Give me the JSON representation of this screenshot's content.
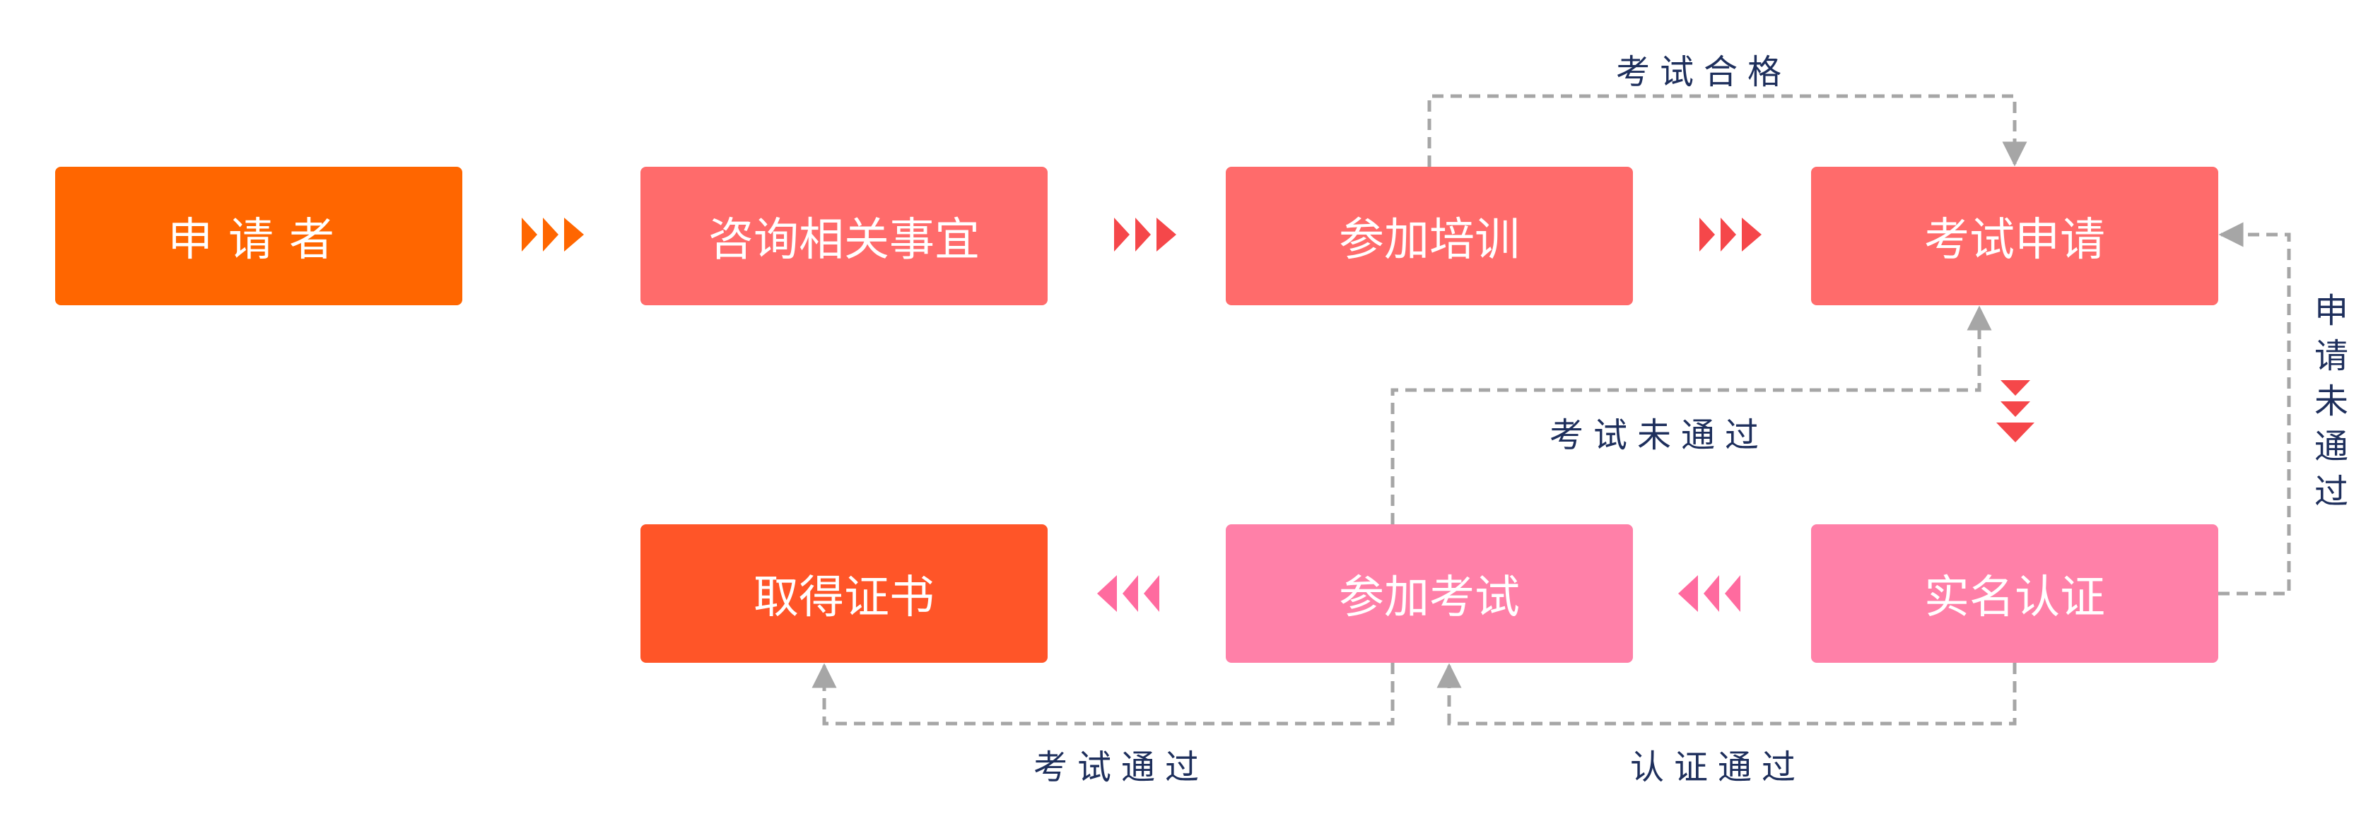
{
  "colors": {
    "applicant": "#ff6600",
    "step_primary": "#ff6b6b",
    "step_secondary": "#ff80a8",
    "certificate": "#ff5528",
    "arrow_orange": "#ff6600",
    "arrow_red": "#f5474a",
    "arrow_pink": "#ff6b9f",
    "label_text": "#1e2f5c",
    "dashed_line": "#a6a6a6"
  },
  "nodes": {
    "applicant": "申请者",
    "consult": "咨询相关事宜",
    "training": "参加培训",
    "exam_apply": "考试申请",
    "real_name": "实名认证",
    "take_exam": "参加考试",
    "certificate": "取得证书"
  },
  "edge_labels": {
    "exam_qualified": "考试合格",
    "exam_failed": "考试未通过",
    "apply_failed": "申请未通过",
    "exam_passed": "考试通过",
    "verify_passed": "认证通过"
  },
  "icons": {
    "forward_chevrons": "triple-right-chevron-icon",
    "down_chevrons": "triple-down-chevron-icon",
    "back_chevrons": "triple-left-chevron-icon"
  }
}
